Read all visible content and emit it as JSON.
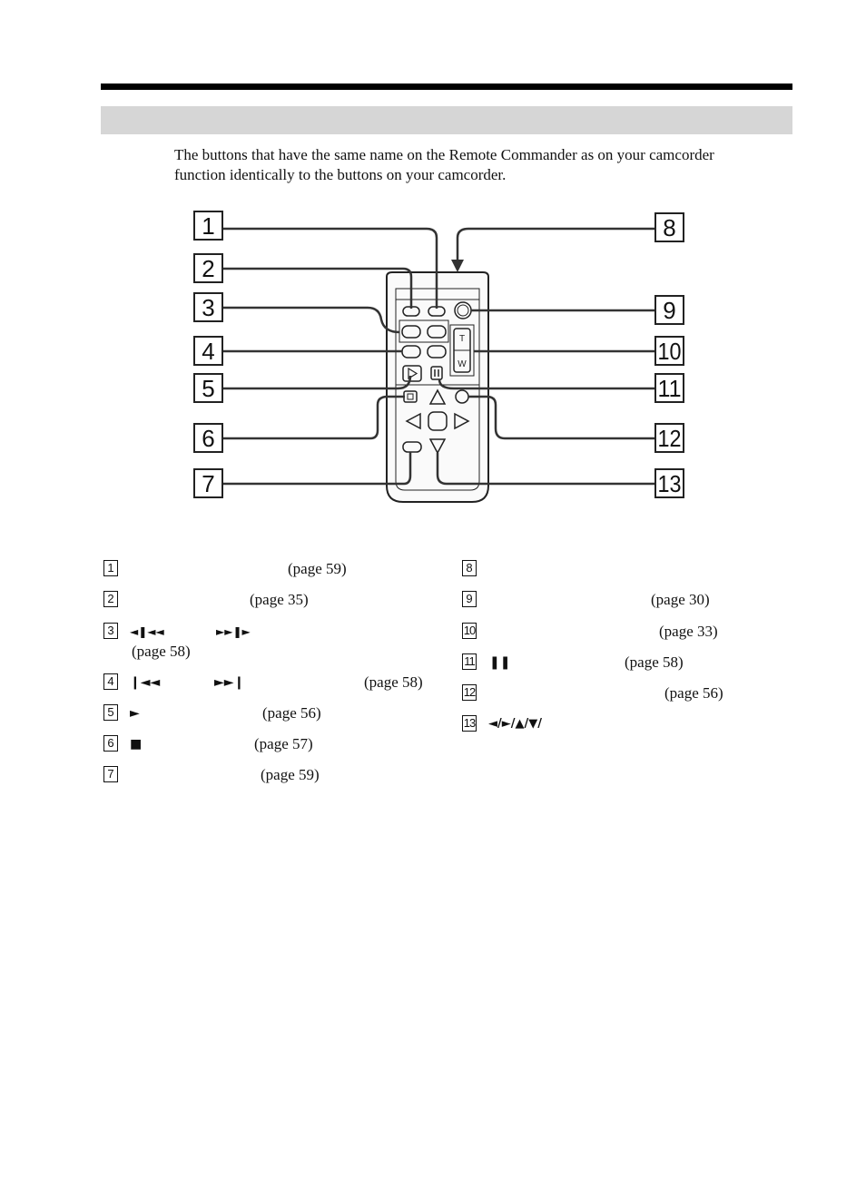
{
  "intro": {
    "line1": "The buttons that have the same name on the Remote Commander as on your camcorder",
    "line2": "function identically to the buttons on your camcorder."
  },
  "callouts": [
    "1",
    "2",
    "3",
    "4",
    "5",
    "6",
    "7",
    "8",
    "9",
    "10",
    "11",
    "12",
    "13"
  ],
  "remote_labels": {
    "tele": "T",
    "wide": "W"
  },
  "legend": {
    "left": [
      {
        "n": "1",
        "page": "(page 59)"
      },
      {
        "n": "2",
        "page": "(page 35)"
      },
      {
        "n": "3",
        "sym_a": "◄❚◄◄",
        "sym_b": "►►❚►",
        "page": "(page 58)"
      },
      {
        "n": "4",
        "sym_a": "❙◄◄",
        "sym_b": "►►❙",
        "page": "(page 58)"
      },
      {
        "n": "5",
        "sym_a": "►",
        "page": "(page 56)"
      },
      {
        "n": "6",
        "sym_a": "■",
        "page": "(page 57)"
      },
      {
        "n": "7",
        "page": "(page 59)"
      }
    ],
    "right": [
      {
        "n": "8"
      },
      {
        "n": "9",
        "page": "(page 30)"
      },
      {
        "n": "10",
        "page": "(page 33)"
      },
      {
        "n": "11",
        "sym_a": "❚❚",
        "page": "(page 58)"
      },
      {
        "n": "12",
        "page": "(page 56)"
      },
      {
        "n": "13",
        "sym_a": "◄/►/▲/▼/"
      }
    ]
  }
}
